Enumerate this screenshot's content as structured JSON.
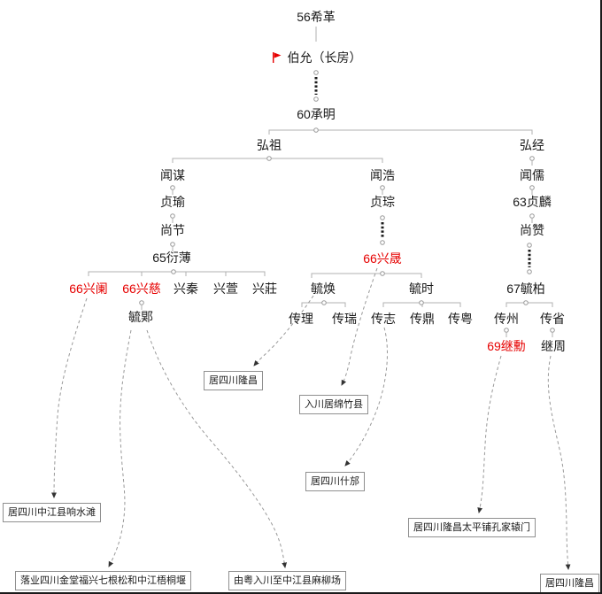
{
  "colors": {
    "highlight_red": "#e60000",
    "tree_line_gray": "#b0b0b0",
    "leader_curve_gray": "#999999",
    "text_color": "#1a1a1a"
  },
  "icons": {
    "flag": "red-flag-icon"
  },
  "persons": {
    "xige": "56希革",
    "boyun": "伯允（长房）",
    "chengming": "60承明",
    "hongzu": "弘祖",
    "hongjing": "弘经",
    "wenmou": "闻谋",
    "wenhao": "闻浩",
    "wenru": "闻儒",
    "zhenyu": "贞瑜",
    "zhencong": "贞琮",
    "zhenlin": "63贞麟",
    "shangjie": "尚节",
    "shangzan": "尚赞",
    "yanbo": "65衍薄",
    "xingsheng": "66兴晟",
    "xinglan": "66兴阑",
    "xingci": "66兴慈",
    "xingqin": "兴秦",
    "xingxuan": "兴萱",
    "xingzhuang": "兴莊",
    "yujue": "毓郹",
    "yuhuan": "毓焕",
    "yushi": "毓时",
    "yubai": "67毓柏",
    "chuanli": "传理",
    "chuanrui": "传瑞",
    "chuanzhi": "传志",
    "chuanding": "传鼎",
    "chuanyue": "传粤",
    "chuanzhou": "传州",
    "chuansheng": "传省",
    "jixun": "69继勳",
    "jizhou": "继周"
  },
  "locations": {
    "longchang1": "居四川隆昌",
    "mianzhu": "入川居绵竹县",
    "shifang": "居四川什邡",
    "xiangshuitan": "居四川中江县响水滩",
    "taipingpu": "居四川隆昌太平铺孔家辕门",
    "jintang": "落业四川金堂福兴七根松和中江梧桐堰",
    "maliuchang": "由粤入川至中江县麻柳场",
    "longchang2": "居四川隆昌"
  }
}
